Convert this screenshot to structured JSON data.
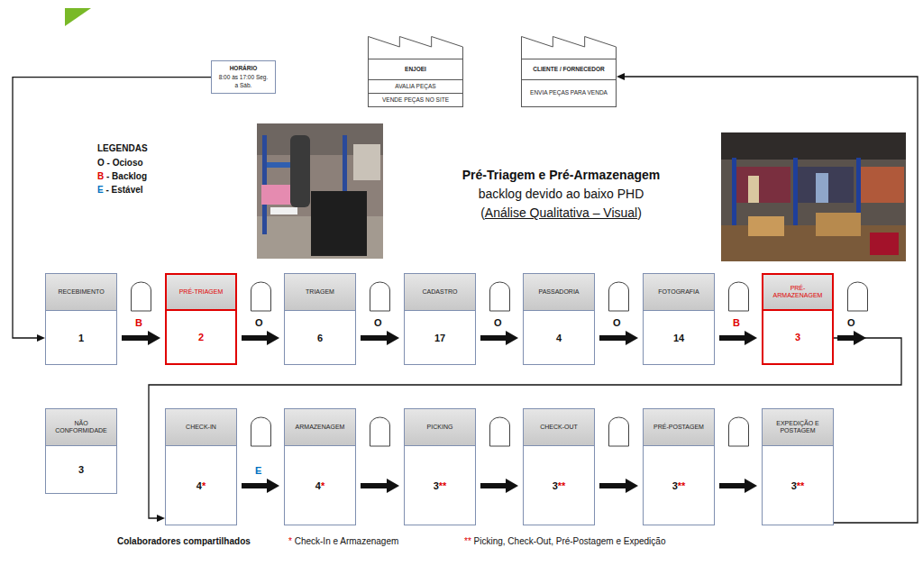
{
  "diagram": {
    "nodes": [
      {
        "text": [
          "HORÁRIO",
          "8:00 às 17:00 Seg. a Sáb."
        ]
      },
      {
        "text": [
          "ENJOEI",
          "AVALIA PEÇAS",
          "VENDE PEÇAS NO SITE"
        ]
      },
      {
        "text": [
          "CLIENTE / FORNECEDOR",
          "ENVIA PEÇAS PARA VENDA"
        ]
      },
      {
        "text": [
          "RECEBIMENTO",
          "1"
        ]
      },
      {
        "text": [
          "PRÉ-TRIAGEM",
          "2"
        ]
      },
      {
        "text": [
          "TRIAGEM",
          "6"
        ]
      },
      {
        "text": [
          "CADASTRO",
          "17"
        ]
      },
      {
        "text": [
          "PASSADORIA",
          "4"
        ]
      },
      {
        "text": [
          "FOTOGRAFIA",
          "14"
        ]
      },
      {
        "text": [
          "PRÉ-ARMAZENAGEM",
          "3"
        ]
      },
      {
        "text": [
          "NÃO CONFORMIDADE",
          "3"
        ]
      },
      {
        "text": [
          "CHECK-IN",
          "4*"
        ]
      },
      {
        "text": [
          "ARMAZENAGEM",
          "4*"
        ]
      },
      {
        "text": [
          "PICKING",
          "3**"
        ]
      },
      {
        "text": [
          "CHECK-OUT",
          "3**"
        ]
      },
      {
        "text": [
          "PRÉ-POSTAGEM",
          "3**"
        ]
      },
      {
        "text": [
          "EXPEDIÇÃO E POSTAGEM",
          "3**"
        ]
      }
    ],
    "edges": [
      {
        "from": 0,
        "to": 3,
        "arrow": "to"
      },
      {
        "from": 3,
        "to": 4,
        "arrow": "to",
        "label": "B"
      },
      {
        "from": 4,
        "to": 5,
        "arrow": "to",
        "label": "O"
      },
      {
        "from": 5,
        "to": 6,
        "arrow": "to",
        "label": "O"
      },
      {
        "from": 6,
        "to": 7,
        "arrow": "to",
        "label": "O"
      },
      {
        "from": 7,
        "to": 8,
        "arrow": "to",
        "label": "O"
      },
      {
        "from": 8,
        "to": 9,
        "arrow": "to",
        "label": "B"
      },
      {
        "from": 9,
        "to": 11,
        "arrow": "to",
        "label": "O"
      },
      {
        "from": 11,
        "to": 12,
        "arrow": "to",
        "label": "E"
      },
      {
        "from": 12,
        "to": 13,
        "arrow": "to"
      },
      {
        "from": 13,
        "to": 14,
        "arrow": "to"
      },
      {
        "from": 14,
        "to": 15,
        "arrow": "to"
      },
      {
        "from": 15,
        "to": 16,
        "arrow": "to"
      },
      {
        "from": 16,
        "to": 2,
        "arrow": "to"
      }
    ],
    "labels": [
      "LEGENDAS",
      "Pré-Triagem e Pré-Armazenagem",
      "backlog devido ao baixo PHD",
      "(Análise Qualitativa – Visual)",
      "Colaboradores compartilhados",
      "* Check-In e Armazenagem",
      "** Picking, Check-Out, Pré-Postagem e Expedição"
    ],
    "legend": [
      {
        "text": "O - Ocioso"
      },
      {
        "text": "B - Backlog"
      },
      {
        "text": "E - Estável"
      }
    ]
  }
}
